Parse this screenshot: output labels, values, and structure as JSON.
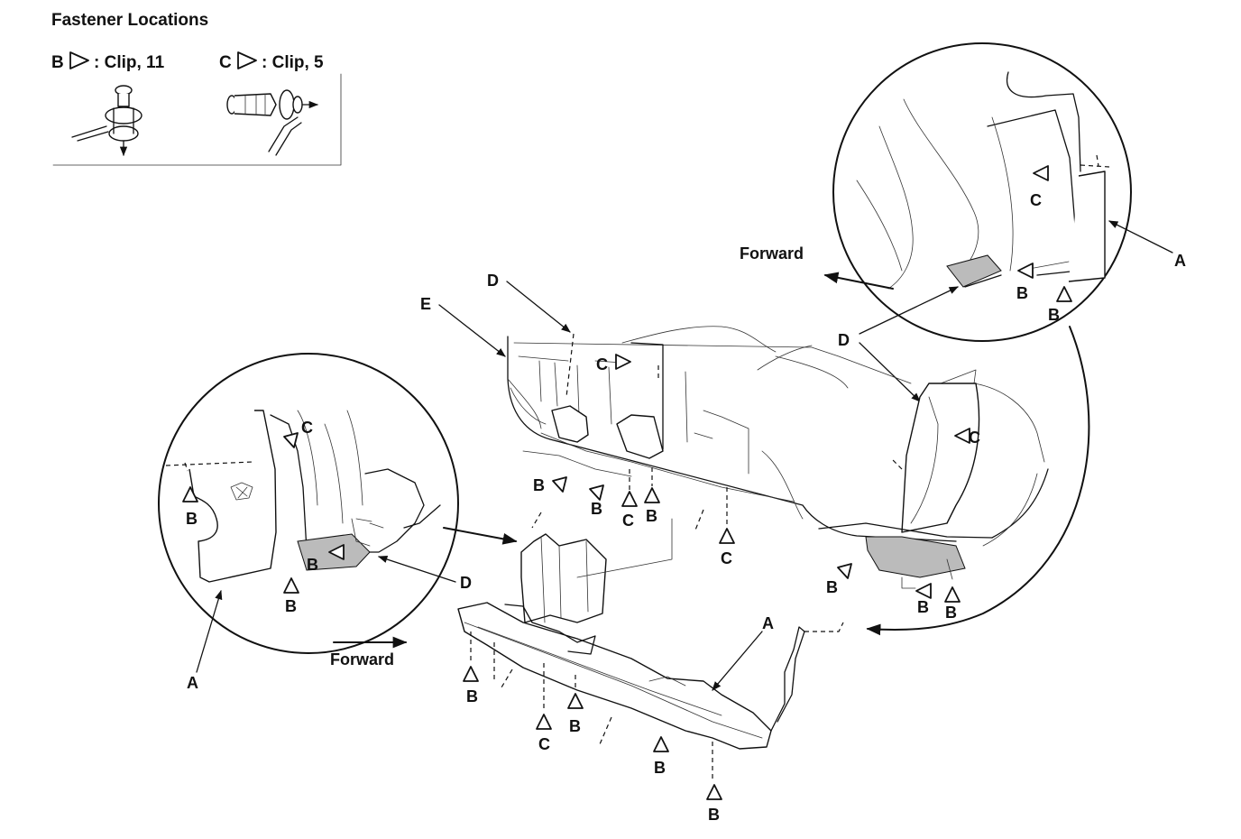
{
  "header": {
    "title": "Fastener Locations"
  },
  "legend": {
    "clip_b": {
      "letter": "B",
      "text": ": Clip, 11"
    },
    "clip_c": {
      "letter": "C",
      "text": ": Clip, 5"
    }
  },
  "callouts": {
    "a": "A",
    "b": "B",
    "c": "C",
    "d": "D",
    "e": "E"
  },
  "direction": {
    "forward": "Forward"
  }
}
